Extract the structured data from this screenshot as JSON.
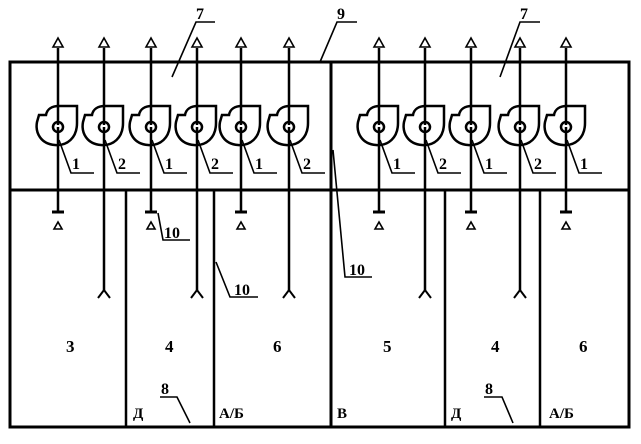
{
  "callouts": {
    "floor_left": "7",
    "floor_right": "7",
    "duct_slab": "9",
    "duct_a": "10",
    "duct_b": "10",
    "duct_c": "10",
    "partition_left": "8",
    "partition_right": "8",
    "fans": [
      "1",
      "2",
      "1",
      "2",
      "1",
      "2",
      "1",
      "2",
      "1",
      "2",
      "1"
    ]
  },
  "rooms": [
    "3",
    "4",
    "6",
    "5",
    "4",
    "6"
  ],
  "categories": [
    "Д",
    "А/Б",
    "В",
    "Д",
    "А/Б"
  ]
}
